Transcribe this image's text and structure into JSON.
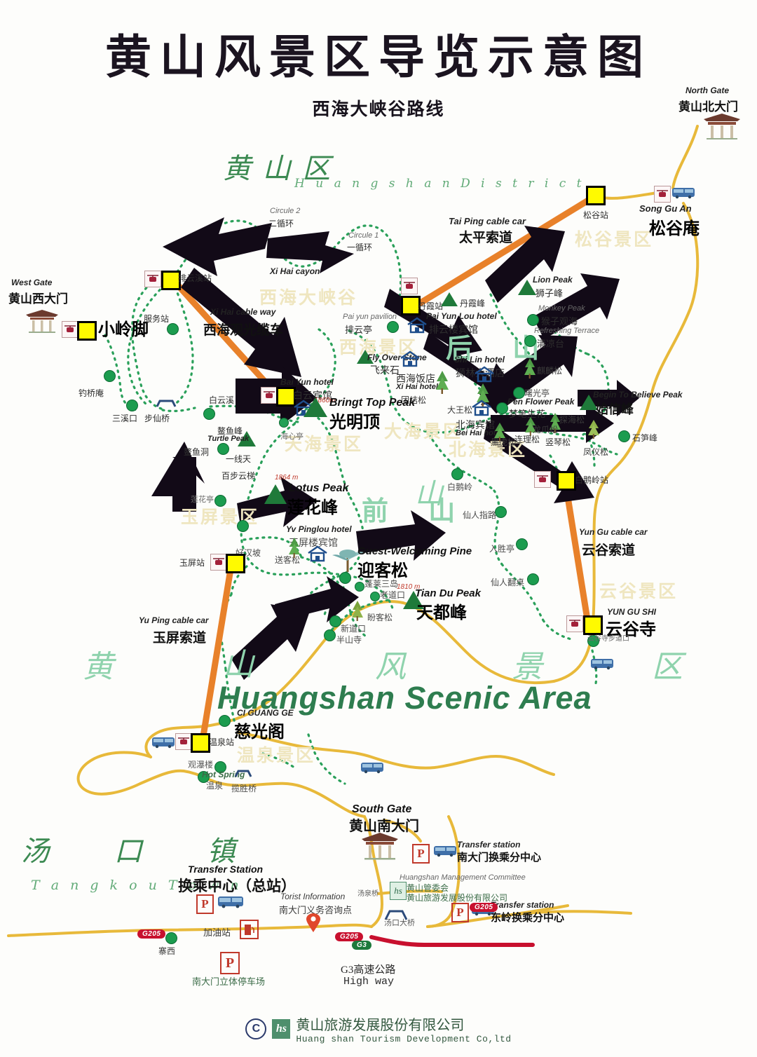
{
  "title": {
    "main": "黄山风景区导览示意图",
    "sub": "西海大峡谷路线"
  },
  "regions": [
    {
      "cn": "黄  山            区",
      "en": "H u a n g s h a n   D i s t r i c t"
    },
    {
      "cn": "汤  口  镇",
      "en": "T a n g k o u  T o w n"
    }
  ],
  "scenic_title": {
    "cn_chars": [
      "黄",
      "山",
      "风",
      "景",
      "区"
    ],
    "en": "Huangshan Scenic Area"
  },
  "scenic_areas": [
    {
      "label": "松谷景区"
    },
    {
      "label": "西海大峡谷"
    },
    {
      "label": "西海景区"
    },
    {
      "label": "后  山"
    },
    {
      "label": "北海景区"
    },
    {
      "label": "天海景区"
    },
    {
      "label": "大海景区"
    },
    {
      "label": "玉屏景区"
    },
    {
      "label": "前  山"
    },
    {
      "label": "云谷景区"
    },
    {
      "label": "温泉景区"
    },
    {
      "label": "山"
    }
  ],
  "gates": [
    {
      "en": "North Gate",
      "cn": "黄山北大门"
    },
    {
      "en": "West Gate",
      "cn": "黄山西大门"
    },
    {
      "en": "South Gate",
      "cn": "黄山南大门"
    }
  ],
  "cable_cars": [
    {
      "en": "Tai Ping cable car",
      "cn": "太平索道"
    },
    {
      "en": "Xi Hai cable way",
      "cn": "西海观光缆车"
    },
    {
      "en": "Yun Gu cable car",
      "cn": "云谷索道"
    },
    {
      "en": "Yu Ping cable car",
      "cn": "玉屏索道"
    }
  ],
  "stations": [
    {
      "cn": "松谷站"
    },
    {
      "cn": "丹霞站"
    },
    {
      "cn": "排云溪站"
    },
    {
      "cn": "白云宾馆"
    },
    {
      "cn": "白鹅岭站"
    },
    {
      "cn": "云谷寺"
    },
    {
      "cn": "玉屏站"
    },
    {
      "cn": "温泉站"
    },
    {
      "cn": "小岭脚"
    }
  ],
  "places": [
    {
      "en": "Song Gu An",
      "cn": "松谷庵"
    },
    {
      "en": "YUN GU SHI",
      "cn": "云谷寺"
    },
    {
      "en": "CI GUANG GE",
      "cn": "慈光阁"
    },
    {
      "en": "Bringt Top Peak",
      "cn": "光明顶",
      "elev": "1860m"
    },
    {
      "en": "Lotus Peak",
      "cn": "莲花峰",
      "elev": "1864 m"
    },
    {
      "en": "Tian Du Peak",
      "cn": "天都峰",
      "elev": "1810 m"
    },
    {
      "en": "Begin To Believe Peak",
      "cn": "始信峰"
    },
    {
      "en": "Guest-Welcoming Pine",
      "cn": "迎客松"
    },
    {
      "en": "Pen Flower Peak",
      "cn": "梦笔生花"
    },
    {
      "en": "Lion Peak",
      "cn": "狮子峰"
    },
    {
      "en": "Monkey Peak",
      "cn": "猴子观海"
    },
    {
      "en": "Refreshing Terrace",
      "cn": "清凉台"
    },
    {
      "en": "Fly Over Stone",
      "cn": "飞来石"
    },
    {
      "en": "Turtle Peak",
      "cn": "鳌鱼峰"
    },
    {
      "en": "Hot Spring",
      "cn": "温泉"
    },
    {
      "en": "Xi Hai cayon",
      "cn": "西海大峡谷"
    }
  ],
  "hotels": [
    {
      "en": "Pai Yun Lou hotel",
      "cn": "排云楼宾馆"
    },
    {
      "en": "Xi Hai hotel",
      "cn": "西海饭店"
    },
    {
      "en": "Shi Lin hotel",
      "cn": "狮林大酒店"
    },
    {
      "en": "Bei Hai hotel",
      "cn": "北海宾馆"
    },
    {
      "en": "Bai Yun hotel",
      "cn": "白云宾馆"
    },
    {
      "en": "Yv Pinglou hotel",
      "cn": "玉屏楼宾馆"
    }
  ],
  "pavilions": [
    {
      "en": "Pai yun pavilion",
      "cn": "排云亭"
    },
    {
      "cn": "海心亭"
    },
    {
      "cn": "莲花亭"
    },
    {
      "cn": "曙光亭"
    },
    {
      "cn": "入胜亭"
    },
    {
      "cn": "服务站"
    },
    {
      "cn": "步仙桥"
    },
    {
      "cn": "三溪口"
    },
    {
      "cn": "钓桥庵"
    },
    {
      "cn": "白云溪"
    },
    {
      "cn": "丹霞峰"
    },
    {
      "cn": "一线天"
    },
    {
      "cn": "百步云梯"
    },
    {
      "cn": "鳌鱼洞"
    },
    {
      "cn": "好汉坡"
    },
    {
      "cn": "送客松"
    },
    {
      "cn": "蓬莱三岛"
    },
    {
      "cn": "老道口"
    },
    {
      "cn": "新道口"
    },
    {
      "cn": "半山寺"
    },
    {
      "cn": "盼客松"
    },
    {
      "cn": "白鹅岭"
    },
    {
      "cn": "仙人指路"
    },
    {
      "cn": "仙人翻桌"
    },
    {
      "cn": "团结松"
    },
    {
      "cn": "大王松"
    },
    {
      "cn": "麒麟松"
    },
    {
      "cn": "探海松"
    },
    {
      "cn": "龙爪松"
    },
    {
      "cn": "黑虎松"
    },
    {
      "cn": "连理松"
    },
    {
      "cn": "竖琴松"
    },
    {
      "cn": "凤仪松"
    },
    {
      "cn": "石笋峰"
    },
    {
      "cn": "云谷寺步道口"
    },
    {
      "cn": "观瀑楼"
    },
    {
      "cn": "揽胜桥"
    }
  ],
  "circuits": [
    {
      "en": "Circule 2",
      "cn": "二循环"
    },
    {
      "en": "Circule 1",
      "cn": "一循环"
    }
  ],
  "transport": {
    "transfer_main": {
      "en": "Transfer Station",
      "cn": "换乘中心（总站）"
    },
    "transfer_south": {
      "en": "Transfer station",
      "cn": "南大门换乘分中心"
    },
    "transfer_east": {
      "en": "Transfer station",
      "cn": "东岭换乘分中心"
    },
    "tourist_info": {
      "en": "Torist Information",
      "cn": "南大门义务咨询点"
    },
    "gas_station": "加油站",
    "parking_lot": "南大门立体停车场",
    "zhaixi": "寨西",
    "bridge_tangquan": "汤泉桥",
    "bridge_tangkou": "汤口大桥",
    "road_g205": "G205",
    "road_g3": "G3",
    "highway": {
      "cn": "G3高速公路",
      "en": "High way"
    }
  },
  "committee": {
    "en": "Huangshan Management Committee",
    "cn1": "黄山管委会",
    "cn2": "黄山旅游发展股份有限公司"
  },
  "footer": {
    "copyright": "C",
    "logo": "hs",
    "cn": "黄山旅游发展股份有限公司",
    "en": "Huang shan Tourism Development Co,ltd"
  },
  "colors": {
    "cable": "#e8812a",
    "station": "#fffa00",
    "trail": "#2aa05a",
    "road": "#e8b93a",
    "highway": "#c8102e",
    "region_text": "#2f7d46"
  }
}
